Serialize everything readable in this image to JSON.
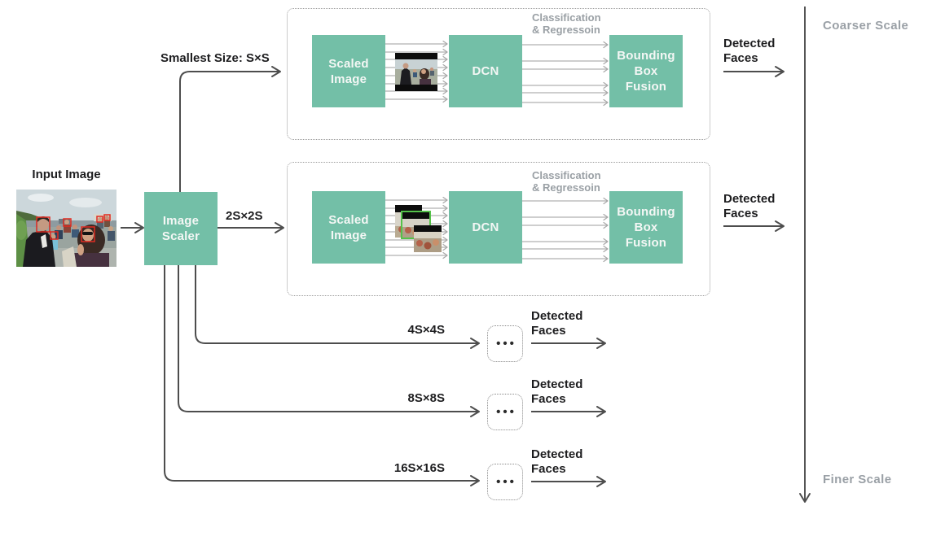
{
  "input": {
    "title": "Input Image"
  },
  "image_scaler": {
    "lines": [
      "Image",
      "Scaler"
    ]
  },
  "scale_labels": {
    "smallest": "Smallest Size: S×S",
    "s2": "2S×2S",
    "s4": "4S×4S",
    "s8": "8S×8S",
    "s16": "16S×16S"
  },
  "branch_detail": {
    "scaled_image": [
      "Scaled",
      "Image"
    ],
    "dcn": "DCN",
    "bbf": [
      "Bounding",
      "Box",
      "Fusion"
    ],
    "classification": [
      "Classification",
      "& Regressoin"
    ]
  },
  "detected_faces": [
    "Detected",
    "Faces"
  ],
  "axis": {
    "coarser": "Coarser Scale",
    "finer": "Finer Scale"
  },
  "icons": {
    "ellipsis": "•••"
  },
  "colors": {
    "teal_box": "#73bfa7",
    "dark_arrow": "#4d4d4d",
    "light_arrow": "#b0b0b0",
    "dotted_border": "#9a9a9a",
    "dark_label": "#1d1d1f",
    "gray_label": "#9aa0a5",
    "face_box_red": "#e02b20",
    "patch_highlight_green": "#55c24a"
  }
}
